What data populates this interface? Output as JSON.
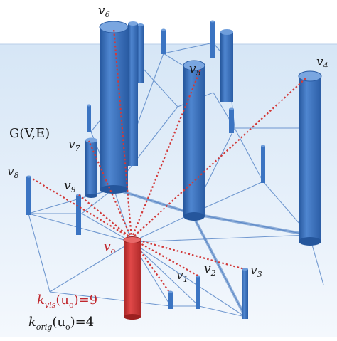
{
  "graph_title": "G(V,E)",
  "vertices": [
    {
      "id": "v6",
      "name": "v",
      "sub": "6"
    },
    {
      "id": "v5",
      "name": "v",
      "sub": "5"
    },
    {
      "id": "v4",
      "name": "v",
      "sub": "4"
    },
    {
      "id": "v7",
      "name": "v",
      "sub": "7"
    },
    {
      "id": "v8",
      "name": "v",
      "sub": "8"
    },
    {
      "id": "v9",
      "name": "v",
      "sub": "9"
    },
    {
      "id": "vo",
      "name": "v",
      "sub": "o"
    },
    {
      "id": "v1",
      "name": "v",
      "sub": "1"
    },
    {
      "id": "v2",
      "name": "v",
      "sub": "2"
    },
    {
      "id": "v3",
      "name": "v",
      "sub": "3"
    }
  ],
  "metrics": {
    "k_vis": {
      "symbol": "k",
      "sub": "vis",
      "arg": "(u",
      "arg_sub": "o",
      "close": ")",
      "eq": "=9",
      "color": "#c0272d"
    },
    "k_orig": {
      "symbol": "k",
      "sub": "orig",
      "arg": "(u",
      "arg_sub": "o",
      "close": ")",
      "eq": "=4",
      "color": "#1a1a1a"
    }
  },
  "colors": {
    "plane_top": "#dbe9f7",
    "plane_bottom": "#f3f8fd",
    "pillar": "#3b74c2",
    "pillar_dark": "#1f4f93",
    "pillar_top": "#6e9ddb",
    "edge": "#5a88c8",
    "origin": "#cf3a3a",
    "origin_dark": "#9b2020",
    "sightline": "#d23a3a"
  }
}
